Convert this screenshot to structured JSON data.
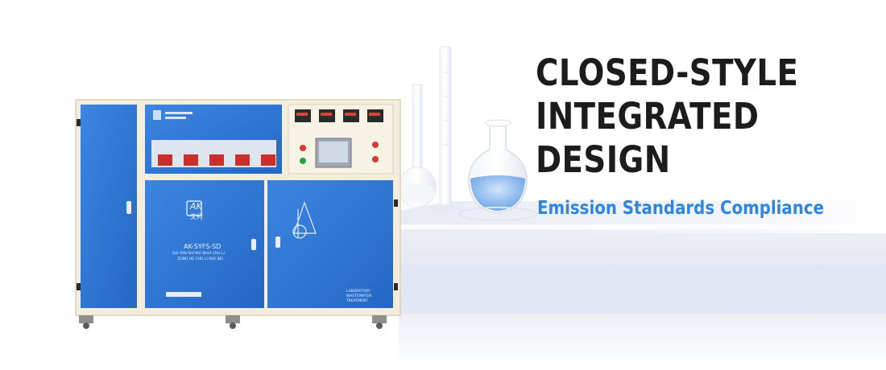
{
  "banner": {
    "headline_lines": [
      "CLOSED-STYLE",
      "INTEGRATED",
      "DESIGN"
    ],
    "subheadline": "Emission Standards Compliance",
    "colors": {
      "headline": "#1c1c1c",
      "accent": "#2f86e0",
      "cabinet_blue": "#2f7ad9",
      "frame": "#f3eedc"
    }
  },
  "machine": {
    "brand_name": "文柯",
    "brand_mark": "AK",
    "model": "AK-SYFS-SD",
    "subtitle_line1": "SHI YAN SHI WU SHUI CHU LI",
    "subtitle_line2": "ZONG HE CHU LI SHE BEI",
    "panel_label_line1": "LABORATORY",
    "panel_label_line2": "WASTEWATER",
    "panel_label_line3": "TREATMENT"
  }
}
